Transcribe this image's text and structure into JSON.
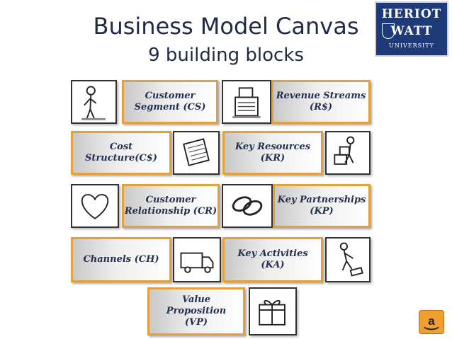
{
  "slide": {
    "title": "Business Model Canvas",
    "subtitle": "9 building blocks"
  },
  "logo": {
    "line1": "HERIOT",
    "line2": "WATT",
    "line3": "UNIVERSITY",
    "color": "#1e3a78"
  },
  "blocks": [
    {
      "label": "Customer\nSegment (CS)",
      "icon": "person-sketch-icon"
    },
    {
      "label": "Revenue Streams\n(R$)",
      "icon": "cash-register-icon"
    },
    {
      "label": "Cost\nStructure(C$)",
      "icon": "documents-icon"
    },
    {
      "label": "Key Resources\n(KR)",
      "icon": "person-with-boxes-icon"
    },
    {
      "label": "Customer\nRelationship (CR)",
      "icon": "heart-icon"
    },
    {
      "label": "Key Partnerships\n(KP)",
      "icon": "chain-links-icon"
    },
    {
      "label": "Channels (CH)",
      "icon": "delivery-truck-icon"
    },
    {
      "label": "Key Activities\n(KA)",
      "icon": "person-working-icon"
    },
    {
      "label": "Value\nProposition\n(VP)",
      "icon": "gift-box-icon"
    }
  ],
  "colors": {
    "block_border": "#e0a23f",
    "text": "#23314f",
    "amazon": "#f0a030"
  },
  "footer_icon": "amazon-icon"
}
